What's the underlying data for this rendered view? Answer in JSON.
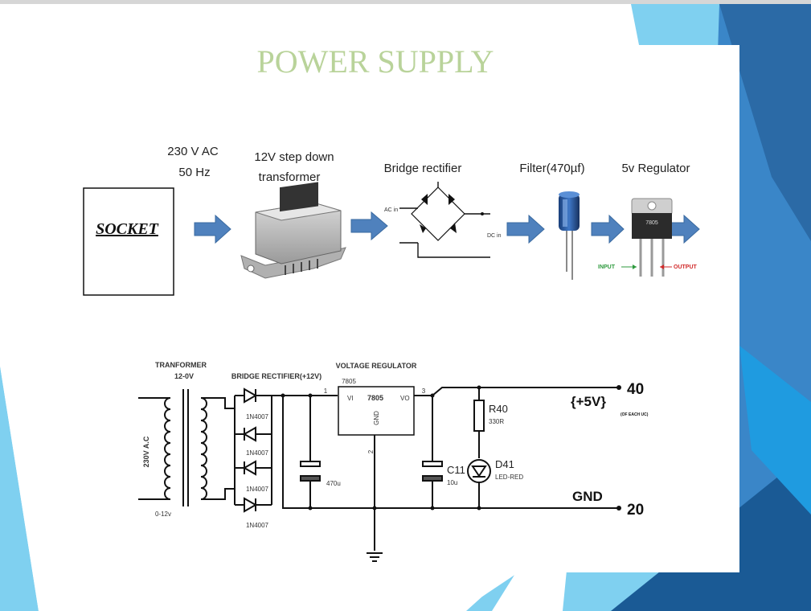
{
  "slide": {
    "title": "POWER SUPPLY",
    "colors": {
      "title": "#b9d39a",
      "arrow": "#4f81bd",
      "accent_dark": "#2e75b6",
      "accent_light": "#7fd0f0"
    }
  },
  "block_diagram": {
    "socket_label": "SOCKET",
    "supply_line1": "230 V AC",
    "supply_line2": "50 Hz",
    "transformer_line1": "12V step down",
    "transformer_line2": "transformer",
    "rectifier_title": "Bridge rectifier",
    "rectifier_ac_in": "AC in",
    "rectifier_dc_in": "DC in",
    "filter_title": "Filter(470µf)",
    "regulator_title": "5v Regulator",
    "regulator_chip": "7805",
    "regulator_input": "INPUT",
    "regulator_output": "OUTPUT"
  },
  "schematic": {
    "transformer_title": "TRANFORMER",
    "transformer_rating": "12-0V",
    "primary_label": "230V A.C",
    "secondary_label": "0-12v",
    "rectifier_title": "BRIDGE RECTIFIER(+12V)",
    "diodes": [
      "1N4007",
      "1N4007",
      "1N4007",
      "1N4007"
    ],
    "input_cap": "470u",
    "regulator_title": "VOLTAGE REGULATOR",
    "regulator_part": "7805",
    "regulator_vi": "VI",
    "regulator_vo": "VO",
    "regulator_chip": "7805",
    "regulator_gnd": "GND",
    "pin1": "1",
    "pin2": "2",
    "pin3": "3",
    "output_cap_ref": "C11",
    "output_cap_val": "10u",
    "resistor_ref": "R40",
    "resistor_val": "330R",
    "led_ref": "D41",
    "led_val": "LED-RED",
    "vout_label": "{+5V}",
    "vout_note": "(OF EACH UC)",
    "vout_pin": "40",
    "gnd_label": "GND",
    "gnd_pin": "20"
  }
}
